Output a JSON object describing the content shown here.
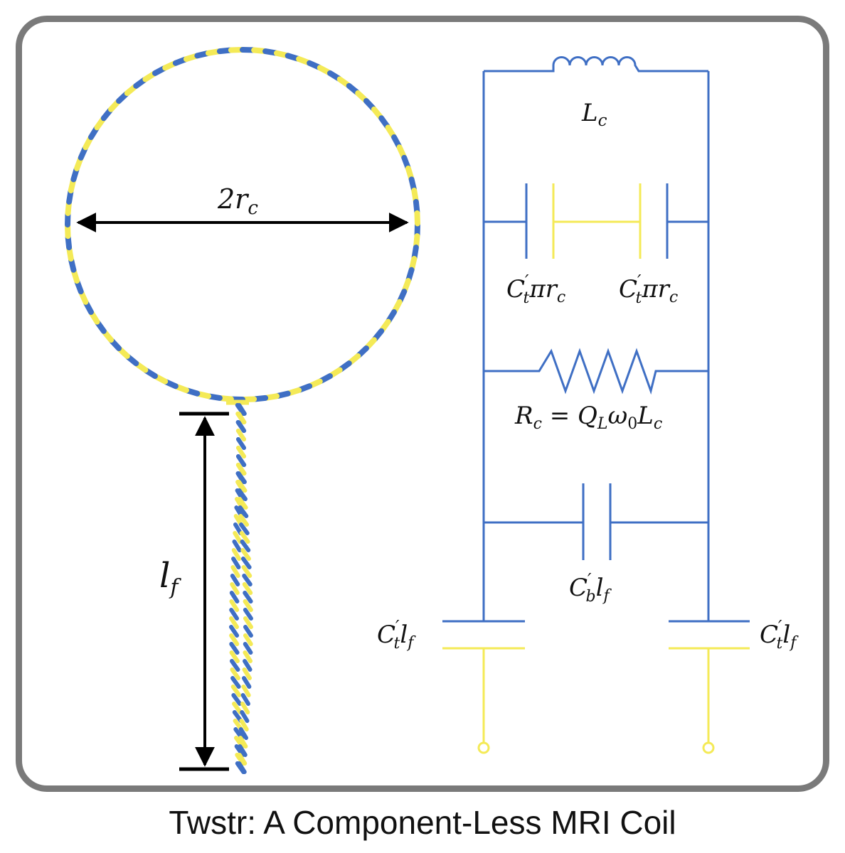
{
  "colors": {
    "frame": "#7a7a7a",
    "wire_blue": "#3f6fc4",
    "wire_yellow": "#f4ea57",
    "arrow": "#000000"
  },
  "labels": {
    "loop_diameter": {
      "base": "2r",
      "sub": "c"
    },
    "feed_length": {
      "base": "l",
      "sub": "f"
    },
    "inductor": {
      "base": "L",
      "sub": "c"
    },
    "cap_left": {
      "base": "C",
      "sub": "t",
      "prime": "′",
      "rest": "πr",
      "rest_sub": "c"
    },
    "cap_right": {
      "base": "C",
      "sub": "t",
      "prime": "′",
      "rest": "πr",
      "rest_sub": "c"
    },
    "resistor": {
      "r": "R",
      "r_sub": "c",
      "eq": " = ",
      "q": "Q",
      "q_sub": "L",
      "w": "ω",
      "w_sub": "0",
      "l": "L",
      "l_sub": "c"
    },
    "cap_bottom": {
      "base": "C",
      "sub": "b",
      "prime": "′",
      "rest": "l",
      "rest_sub": "f"
    },
    "cap_port_left": {
      "base": "C",
      "sub": "t",
      "prime": "′",
      "rest": "l",
      "rest_sub": "f"
    },
    "cap_port_right": {
      "base": "C",
      "sub": "t",
      "prime": "′",
      "rest": "l",
      "rest_sub": "f"
    }
  },
  "caption": "Twstr: A Component-Less MRI Coil"
}
